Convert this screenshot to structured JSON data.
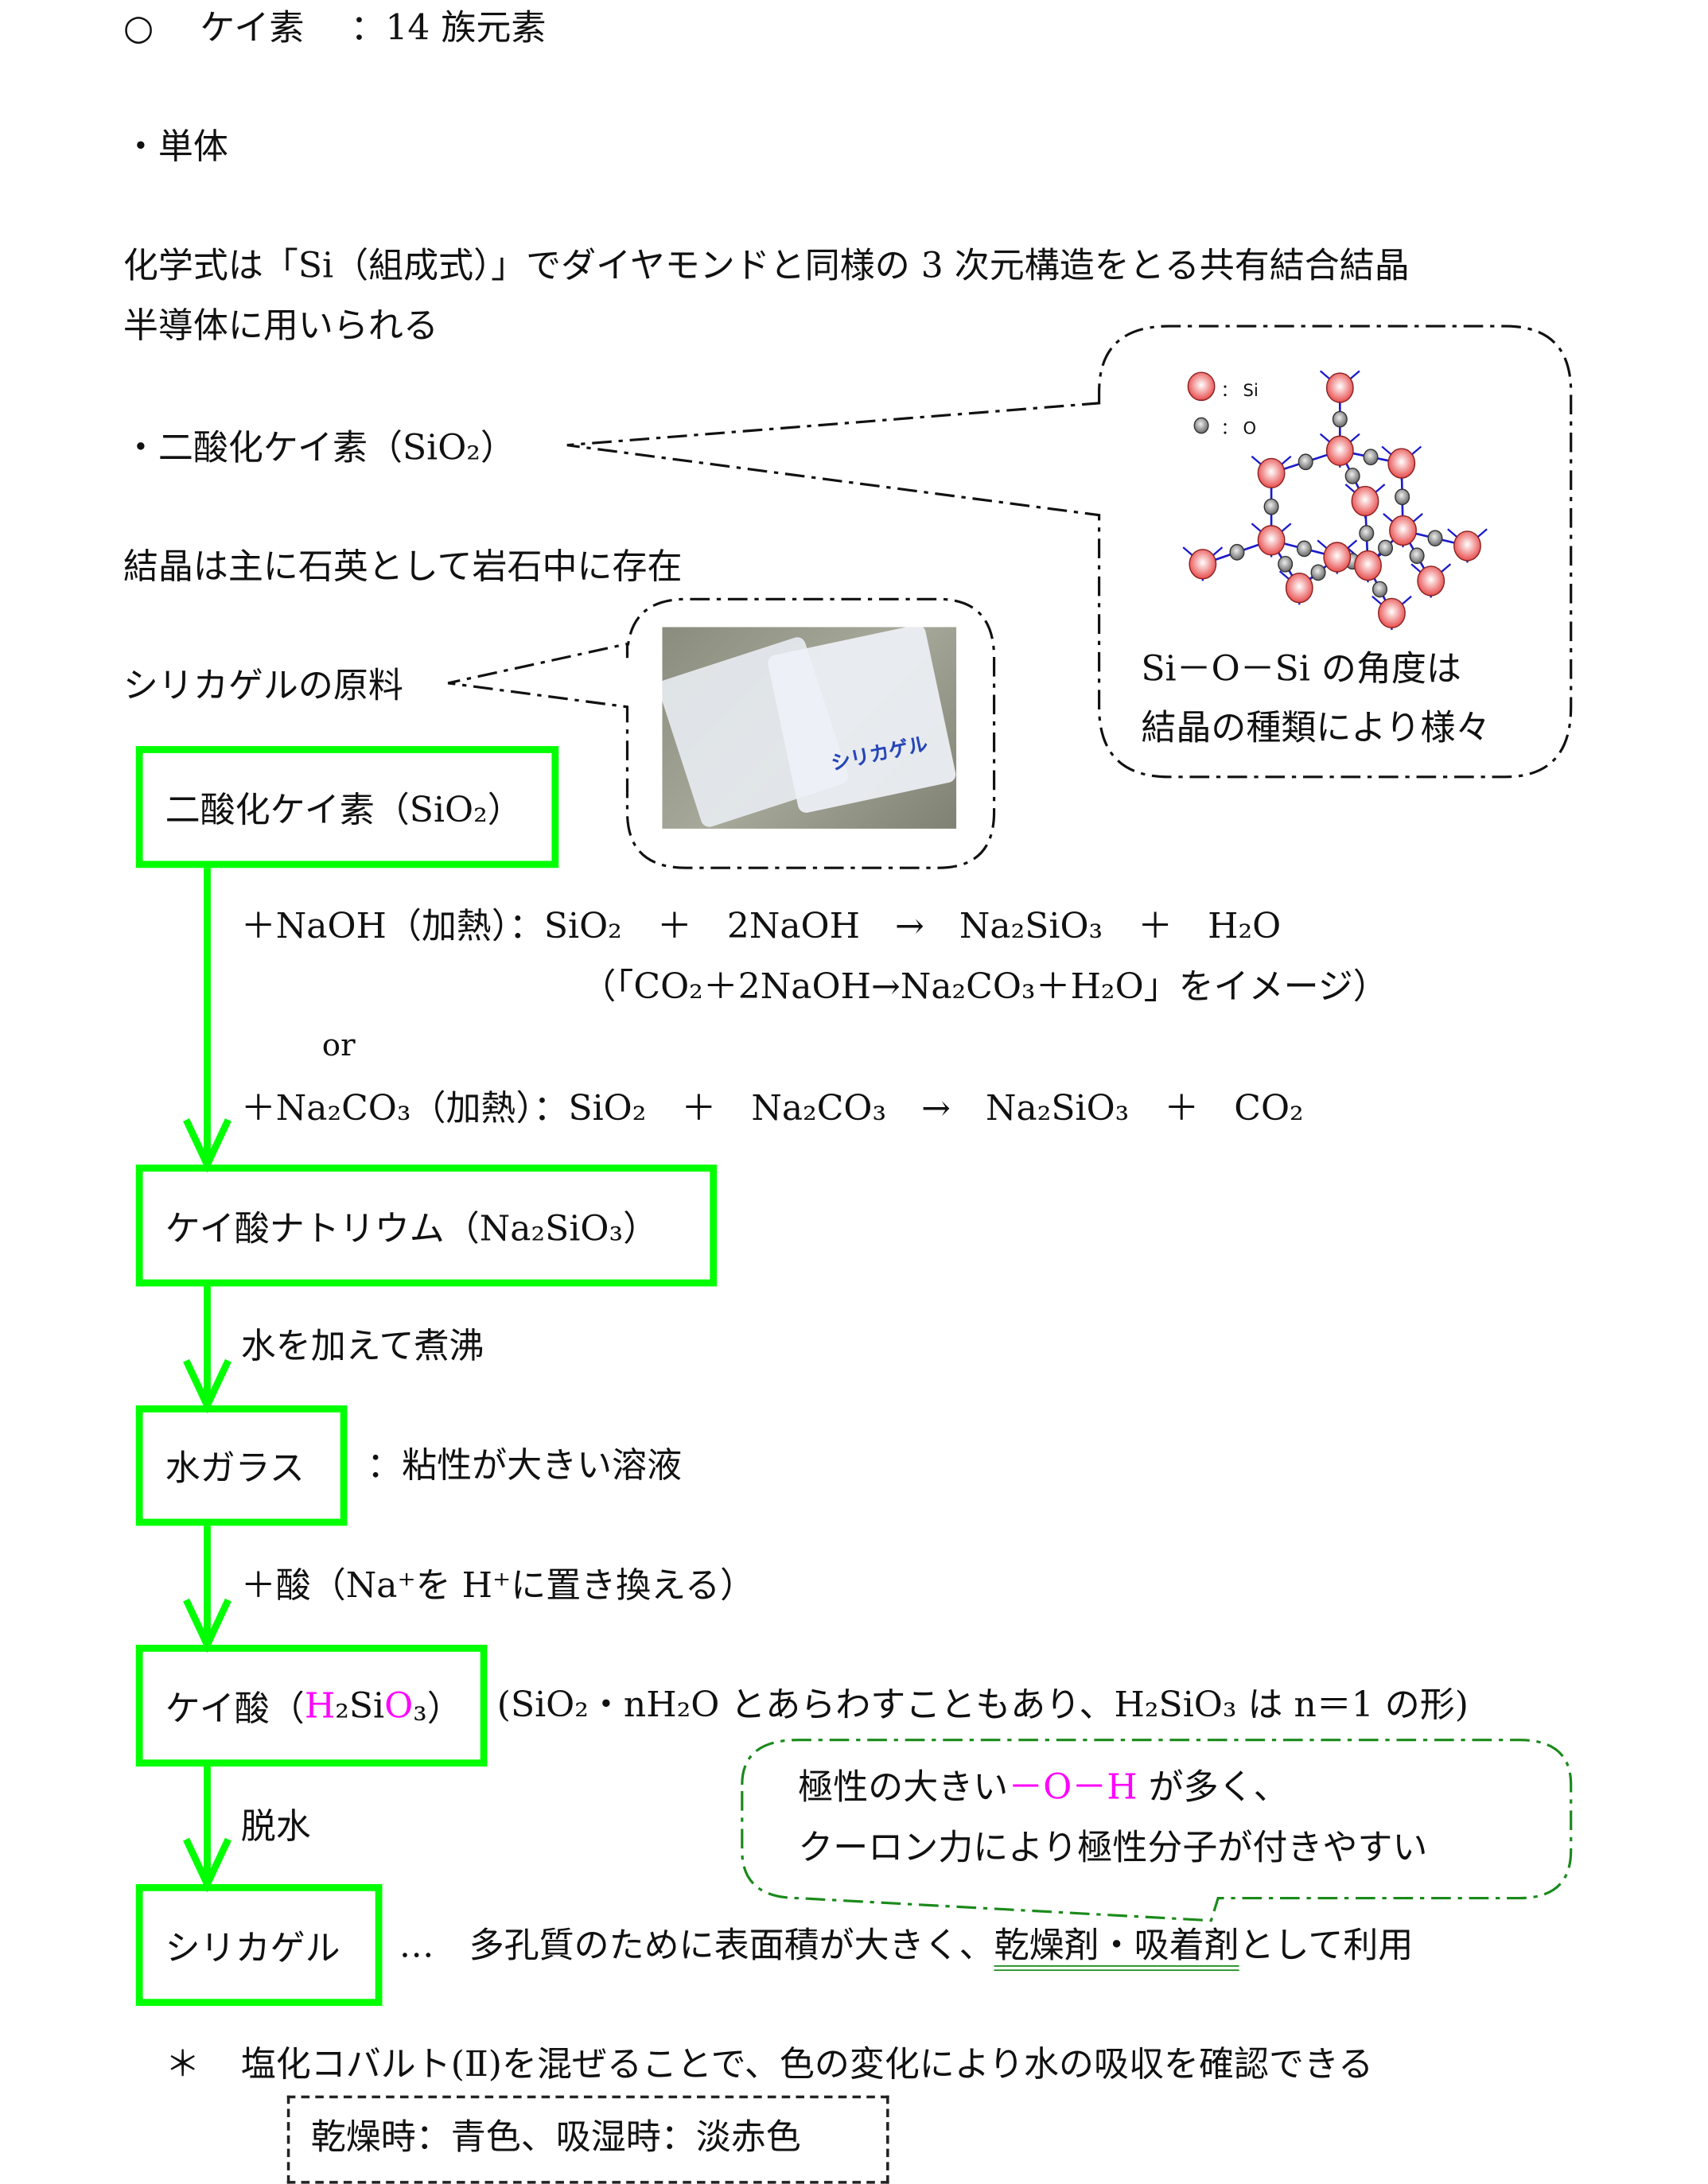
{
  "heading": {
    "marker": "○",
    "title": "ケイ素",
    "subtitle": "：14 族元素"
  },
  "simple": {
    "label": "・単体",
    "line1": "化学式は「Si（組成式）」でダイヤモンドと同様の 3 次元構造をとる共有結合結晶",
    "line2": "半導体に用いられる"
  },
  "dioxide": {
    "label": "・二酸化ケイ素（SiO₂）",
    "line1": "結晶は主に石英として岩石中に存在",
    "line2": "シリカゲルの原料"
  },
  "structure_callout": {
    "legend_si": "： Si",
    "legend_o": "： O",
    "line1": "Si－O－Si の角度は",
    "line2": "結晶の種類により様々"
  },
  "flow": {
    "box1": "二酸化ケイ素（SiO₂）",
    "reaction1": "＋NaOH（加熱）：SiO₂　＋　2NaOH　→　Na₂SiO₃　＋　H₂O",
    "reaction1_note": "（「CO₂＋2NaOH→Na₂CO₃＋H₂O」をイメージ）",
    "or": "or",
    "reaction2": "＋Na₂CO₃（加熱）：SiO₂　＋　Na₂CO₃　→　Na₂SiO₃　＋　CO₂",
    "box2": "ケイ酸ナトリウム（Na₂SiO₃）",
    "step2": "水を加えて煮沸",
    "box3": "水ガラス",
    "box3_note": "：粘性が大きい溶液",
    "step3": "＋酸（Na⁺を H⁺に置き換える）",
    "box4_prefix": "ケイ酸（",
    "box4_h": "H",
    "box4_mid": "₂Si",
    "box4_o": "O",
    "box4_suffix": "₃）",
    "box4_note": "(SiO₂・nH₂O とあらわすこともあり、H₂SiO₃ は n＝1 の形)",
    "step4": "脱水",
    "box5": "シリカゲル",
    "box5_prefix": "…　多孔質のために表面積が大きく、",
    "box5_underlined": "乾燥剤・吸着剤",
    "box5_suffix": "として利用"
  },
  "polar_callout": {
    "line1_prefix": "極性の大きい",
    "line1_oh": "－O－H",
    "line1_suffix": " が多く、",
    "line2": "クーロン力により極性分子が付きやすい"
  },
  "footnote": {
    "marker": "＊",
    "text": "塩化コバルト(Ⅱ)を混ぜることで、色の変化により水の吸収を確認できる",
    "box": "乾燥時：青色、吸湿時：淡赤色"
  },
  "photo_label": "シリカゲル",
  "colors": {
    "flow_green": "#00ff00",
    "highlight": "#ff00ff",
    "callout_green": "#1a8a1a"
  }
}
